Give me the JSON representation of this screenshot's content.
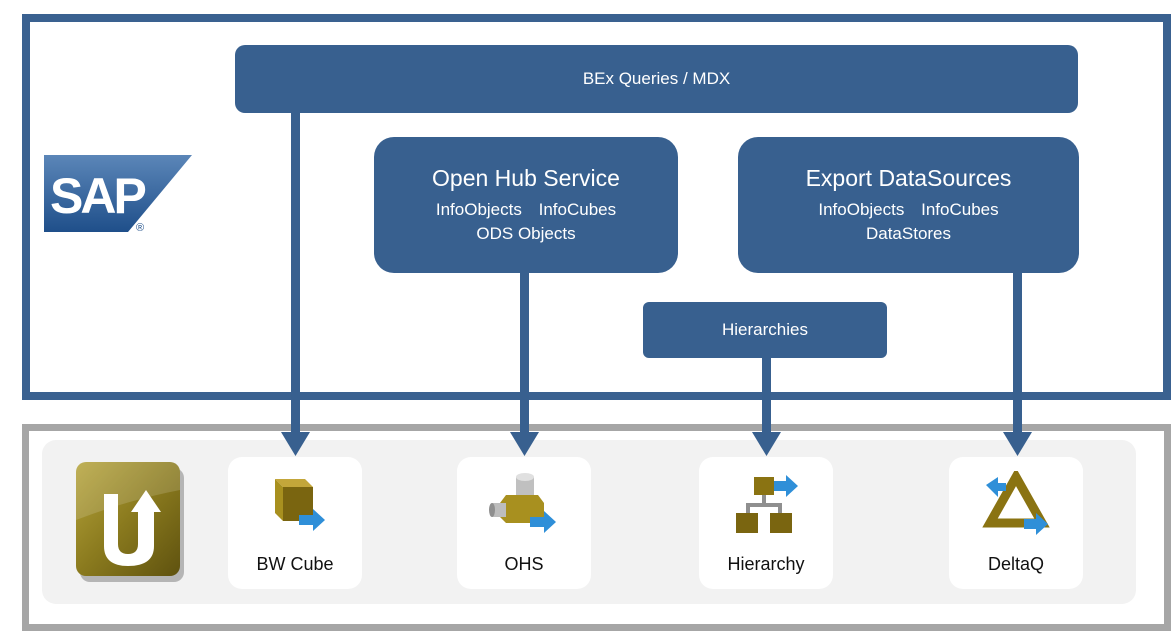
{
  "top_layer": {
    "bex": {
      "label": "BEx Queries / MDX"
    },
    "ohs": {
      "title": "Open Hub Service",
      "line1": [
        "InfoObjects",
        "InfoCubes"
      ],
      "line2": "ODS Objects"
    },
    "export": {
      "title": "Export DataSources",
      "line1": [
        "InfoObjects",
        "InfoCubes"
      ],
      "line2": "DataStores"
    },
    "hierarchies": {
      "label": "Hierarchies"
    }
  },
  "sap_logo": {
    "text": "SAP",
    "mark": "®"
  },
  "components": [
    {
      "label": "BW Cube",
      "icon": "cube-icon"
    },
    {
      "label": "OHS",
      "icon": "ohs-cylinder-icon"
    },
    {
      "label": "Hierarchy",
      "icon": "hierarchy-icon"
    },
    {
      "label": "DeltaQ",
      "icon": "deltaq-triangle-icon"
    }
  ],
  "colors": {
    "frame_blue": "#3a6190",
    "box_blue": "#38608f",
    "frame_grey": "#a6a6a6",
    "panel_grey": "#f2f2f2",
    "gold": "#8a7a1e",
    "arrow_blue": "#2f8fd8"
  }
}
